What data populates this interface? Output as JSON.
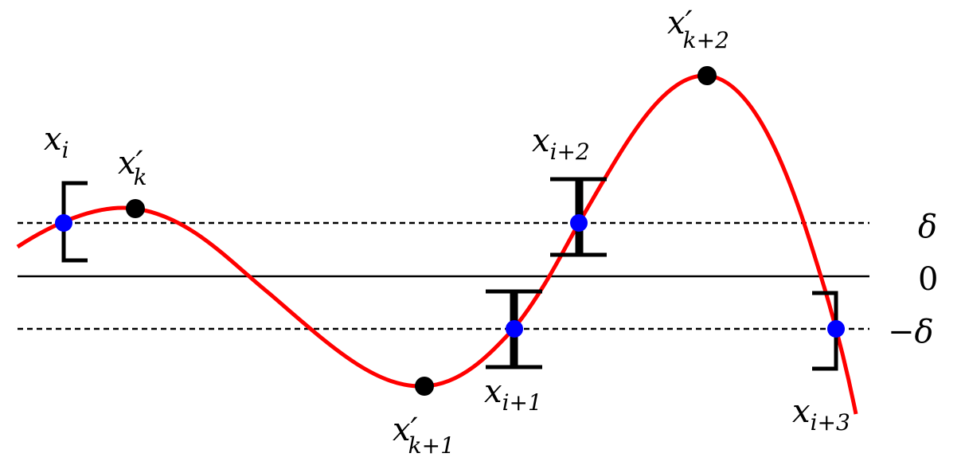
{
  "colors": {
    "curve": "#ff0000",
    "crossing_points": "#0000ff",
    "extrema_points": "#000000"
  },
  "levels": {
    "upper": "δ",
    "zero": "0",
    "lower": "−δ"
  },
  "points": {
    "x_i": {
      "base": "x",
      "sub": "i"
    },
    "x_i1": {
      "base": "x",
      "sub": "i+1"
    },
    "x_i2": {
      "base": "x",
      "sub": "i+2"
    },
    "x_i3": {
      "base": "x",
      "sub": "i+3"
    },
    "xp_k": {
      "base": "x′",
      "sub": "k"
    },
    "xp_k1": {
      "base": "x′",
      "sub": "k+1"
    },
    "xp_k2": {
      "base": "x′",
      "sub": "k+2"
    }
  }
}
